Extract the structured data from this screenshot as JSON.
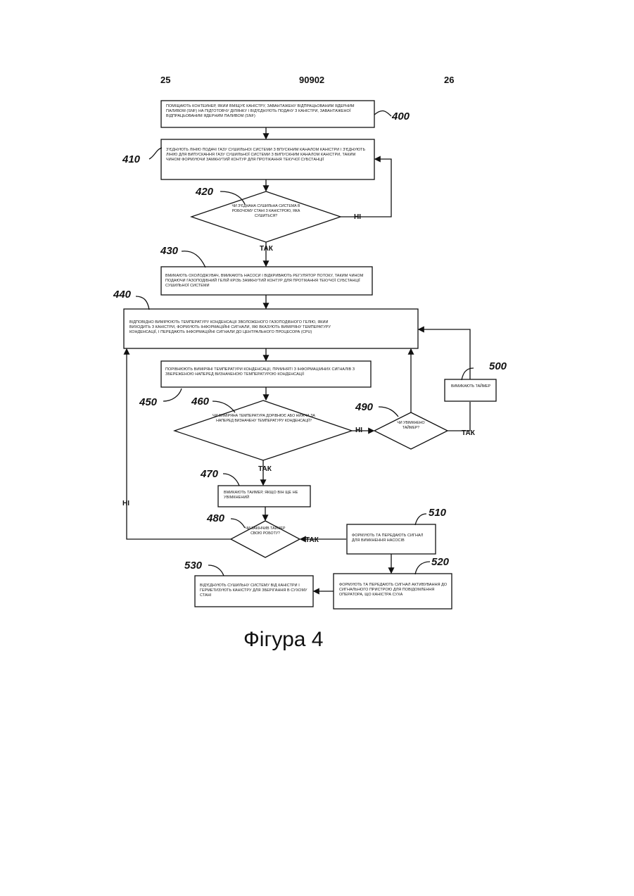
{
  "header": {
    "left_page": "25",
    "doc_number": "90902",
    "right_page": "26"
  },
  "steps": {
    "s400": {
      "id": "400",
      "text": "Поміщають контейнер, який вміщує каністру, завантажену відпрацьованим ядерним паливом (SNF) на підготовчу ділянку і від'єднують подачу з каністри, завантаженої відпрацьованим ядерним паливом (SNF)"
    },
    "s410": {
      "id": "410",
      "text": "З'єднують лінію подачі газу сушильної системи з впускним каналом каністри і з'єднують лінію для випускання газу сушильної системи з випускним каналом каністри, таким чином формуючи замкнутий контур для протікання текучої субстанції"
    },
    "s420": {
      "id": "420",
      "text": "Чи з'єднана сушильна система в робочому стані з каністрою, яка сушиться?"
    },
    "s430": {
      "id": "430",
      "text": "Вмикають охолоджувач, вмикають насоси і відкривають регулятор потоку, таким чином подаючи газоподібний гелій крізь замкнутий контур для протікання текучої субстанції сушильної системи"
    },
    "s440": {
      "id": "440",
      "text": "Відповідно вимірюють температуру конденсації зволоженого газоподібного гелію, який виходить з каністри, формують інформаційні сигнали, які вказують виміряну температуру конденсації, і передають інформаційні сигнали до центрального процесора (CPU)"
    },
    "s450": {
      "id": "450",
      "text": "Порівнюють виміряні температури конденсації, прийняті з інформаційних сигналів з збереженою наперед визначеною температурою конденсації"
    },
    "s460": {
      "id": "460",
      "text": "Чи виміряна температура дорівнює або нижча за наперед визначену температуру конденсації?"
    },
    "s470": {
      "id": "470",
      "text": "Вмикають таймер, якщо він ще не увімкнений"
    },
    "s480": {
      "id": "480",
      "text": "Чи закінчив таймер свою роботу?"
    },
    "s490": {
      "id": "490",
      "text": "Чи увімкнено таймер?"
    },
    "s500": {
      "id": "500",
      "text": "Вимикають таймер"
    },
    "s510": {
      "id": "510",
      "text": "Формують та передають сигнал для вимкнення насосів"
    },
    "s520": {
      "id": "520",
      "text": "Формують та передають сигнал активування до сигнального пристрою для повідомлення оператора, що каністра суха"
    },
    "s530": {
      "id": "530",
      "text": "Від'єднують сушильну систему від каністри і герметизують каністру для зберігання в сухому стані"
    }
  },
  "branches": {
    "yes": "ТАК",
    "no": "НІ"
  },
  "caption": "Фігура 4"
}
